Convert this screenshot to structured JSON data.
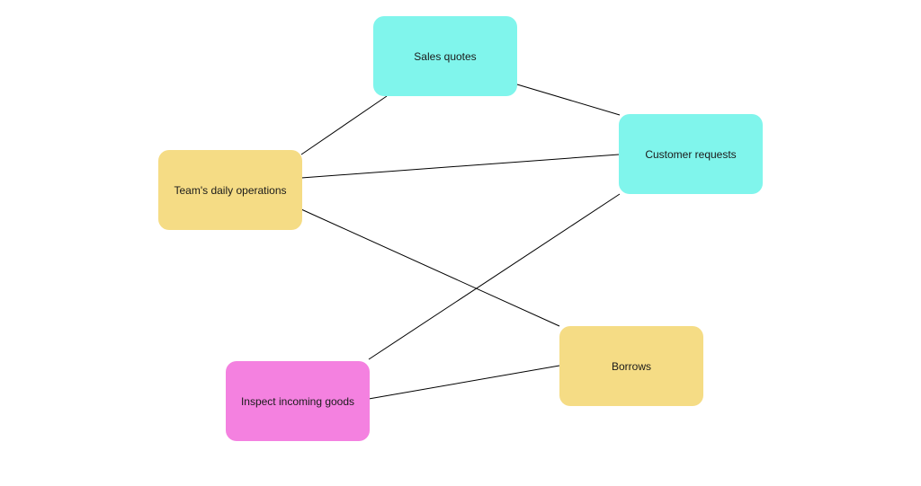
{
  "colors": {
    "cyan": "#80F5EC",
    "yellow": "#F5DC85",
    "pink": "#F481E0",
    "edge": "#000000"
  },
  "nodes": {
    "sales": {
      "label": "Sales quotes",
      "color": "#80F5EC"
    },
    "customer": {
      "label": "Customer requests",
      "color": "#80F5EC"
    },
    "team": {
      "label": "Team's daily operations",
      "color": "#F5DC85"
    },
    "borrows": {
      "label": "Borrows",
      "color": "#F5DC85"
    },
    "inspect": {
      "label": "Inspect incoming goods",
      "color": "#F481E0"
    }
  },
  "edges": [
    {
      "from": "team",
      "to": "sales"
    },
    {
      "from": "sales",
      "to": "customer"
    },
    {
      "from": "team",
      "to": "customer"
    },
    {
      "from": "team",
      "to": "borrows"
    },
    {
      "from": "inspect",
      "to": "customer"
    },
    {
      "from": "inspect",
      "to": "borrows"
    }
  ]
}
